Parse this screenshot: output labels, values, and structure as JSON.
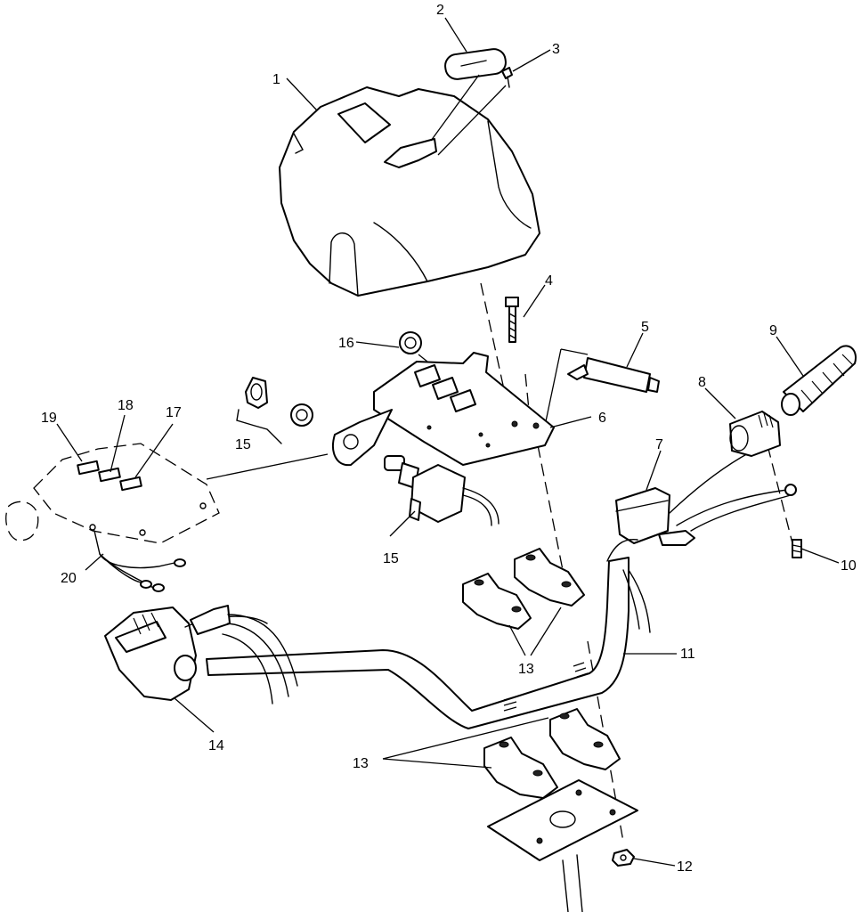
{
  "callouts": {
    "c1": "1",
    "c2": "2",
    "c3": "3",
    "c4": "4",
    "c5": "5",
    "c6": "6",
    "c7": "7",
    "c8": "8",
    "c9": "9",
    "c10": "10",
    "c11": "11",
    "c12": "12",
    "c13a": "13",
    "c13b": "13",
    "c14": "14",
    "c15a": "15",
    "c15b": "15",
    "c16": "16",
    "c17": "17",
    "c18": "18",
    "c19": "19",
    "c20": "20"
  }
}
